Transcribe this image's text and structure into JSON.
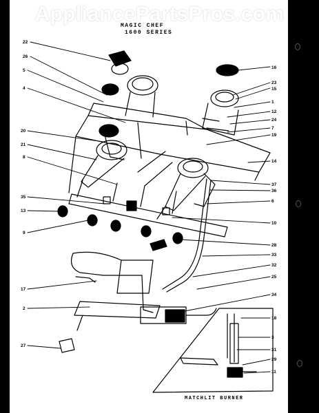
{
  "watermark": "AppliancePartsPros.com",
  "header": {
    "line1": "MAGIC CHEF",
    "line2": "1600 SERIES"
  },
  "inset_caption": "MATCHLIT BURNER",
  "callouts": {
    "c22": "22",
    "c26": "26",
    "c5": "5",
    "c4": "4",
    "c20": "20",
    "c21": "21",
    "c8a": "8",
    "c35": "35",
    "c13": "13",
    "c9": "9",
    "c17": "17",
    "c2": "2",
    "c27": "27",
    "c16": "16",
    "c23": "23",
    "c15": "15",
    "c1": "1",
    "c12": "12",
    "c24": "24",
    "c7": "7",
    "c19": "19",
    "c14": "14",
    "c37": "37",
    "c36": "36",
    "c6": "6",
    "c10": "10",
    "c28": "28",
    "c33": "33",
    "c32": "32",
    "c25": "25",
    "c34": "34",
    "c18": "18",
    "c3": "3",
    "c31": "31",
    "c29": "29",
    "c11": "11"
  }
}
